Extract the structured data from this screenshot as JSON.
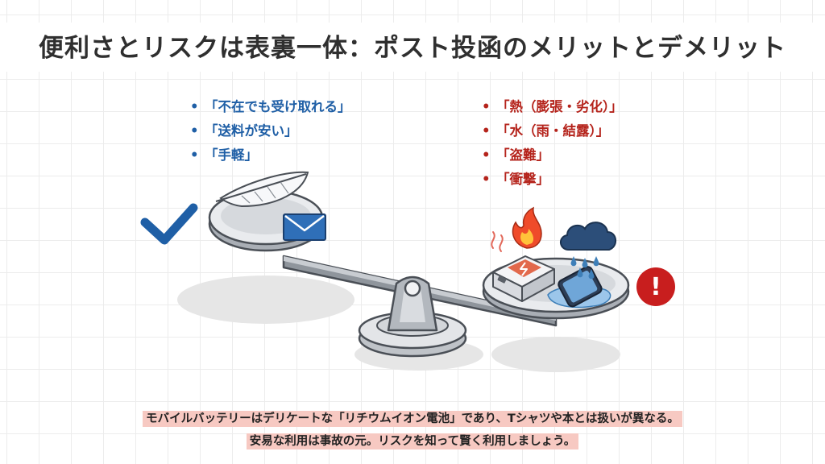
{
  "title": "便利さとリスクは表裏一体：ポスト投函のメリットとデメリット",
  "merits": {
    "color": "#1f5fa6",
    "items": [
      "「不在でも受け取れる」",
      "「送料が安い」",
      "「手軽」"
    ]
  },
  "risks": {
    "color": "#b5241c",
    "items": [
      "「熱（膨張・劣化）」",
      "「水（雨・結露）」",
      "「盗難」",
      "「衝撃」"
    ]
  },
  "bullet": "•",
  "icons": {
    "left_mark": "checkmark-icon",
    "right_mark": "warning-exclamation-icon",
    "left_pan": [
      "feather-icon",
      "envelope-icon"
    ],
    "right_pan": [
      "battery-icon",
      "flame-icon",
      "rain-cloud-icon",
      "smartphone-icon",
      "water-puddle-icon"
    ],
    "warning_glyph": "!"
  },
  "caption": {
    "line1": "モバイルバッテリーはデリケートな「リチウムイオン電池」であり、Tシャツや本とは扱いが異なる。",
    "line2": "安易な利用は事故の元。リスクを知って賢く利用しましょう。",
    "highlight_color": "#f7c9c2"
  }
}
